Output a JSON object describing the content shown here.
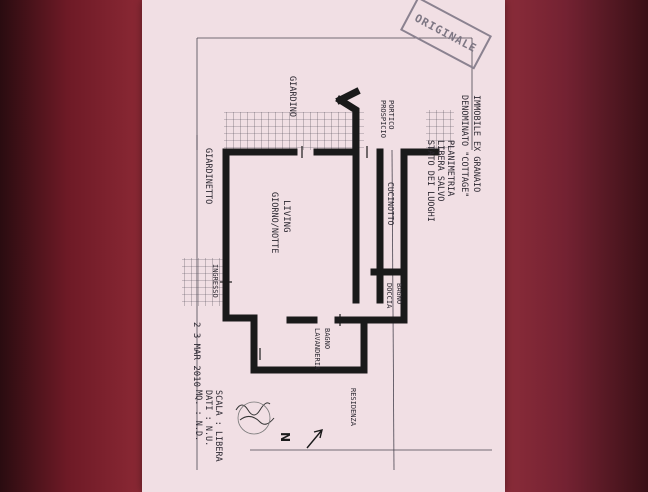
{
  "stamp": "ORIGINALE",
  "title_block": {
    "line1": "IMMOBILE EX GRANAIO",
    "line2": "DENOMINATO \"COTTAGE\"",
    "line3": "PLANIMETRIA",
    "line4": "LIBERA SALVO",
    "line5": "STATO DEI LUOGHI"
  },
  "scale_block": {
    "scala": "SCALA : LIBERA",
    "dati": "DATI : N.U.",
    "mq": "MQ. : N.D."
  },
  "date": "2 3 MAR 2010",
  "rooms": {
    "living": "LIVING",
    "living_sub": "GIORNO/NOTTE",
    "cucinotto": "CUCINOTTO",
    "bagno_doccia_1": "BAGNO",
    "bagno_doccia_2": "DOCCIA",
    "bagno_lavanderia_1": "BAGNO",
    "bagno_lavanderia_2": "LAVANDERIA",
    "portico_1": "PORTICO",
    "portico_2": "PROSPICIO",
    "ingresso": "INGRESSO"
  },
  "exterior": {
    "giardino_top": "GIARDINO",
    "giardino_left": "GIARDINETTO",
    "residenza": "RESIDENZA"
  },
  "north": "N",
  "colors": {
    "paper": "#f1dfe4",
    "wall": "#1a1a1a",
    "ink": "#2b2730",
    "table_background": "#7a1e2c"
  }
}
